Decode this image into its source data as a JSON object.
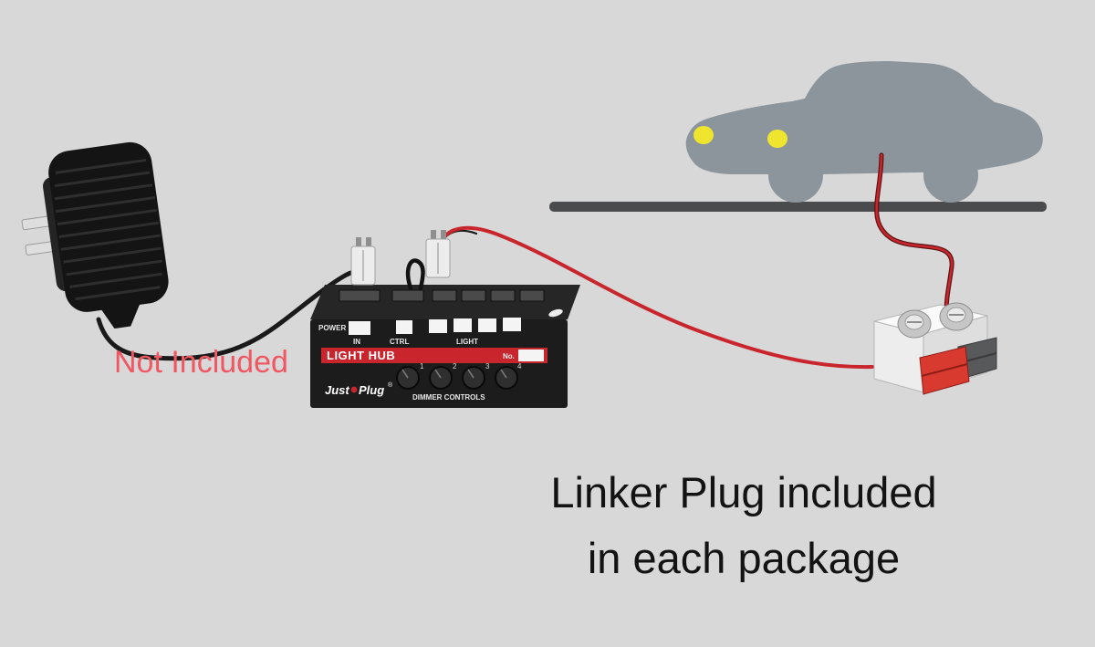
{
  "colors": {
    "background": "#d8d8d8",
    "car_body": "#8d959c",
    "headlight_yellow": "#efe52f",
    "road_gray": "#4a4b4d",
    "wire_red": "#c9252c",
    "wire_black": "#1a1a1a",
    "hub_body": "#1c1c1c",
    "hub_banner_red": "#c9252c",
    "not_included_pink": "#ef5862",
    "caption_black": "#131313"
  },
  "annotations": {
    "not_included": "Not Included",
    "caption_line1": "Linker Plug included",
    "caption_line2": "in each package"
  },
  "light_hub": {
    "power_label": "POWER",
    "in_label": "IN",
    "ctrl_label": "CTRL",
    "light_label": "LIGHT",
    "banner_title": "LIGHT HUB",
    "no_label": "No.",
    "brand_word1": "Just",
    "brand_word2": "Plug",
    "registered_mark": "®",
    "dimmer_label": "DIMMER CONTROLS",
    "knob_labels": [
      "1",
      "2",
      "3",
      "4"
    ]
  }
}
